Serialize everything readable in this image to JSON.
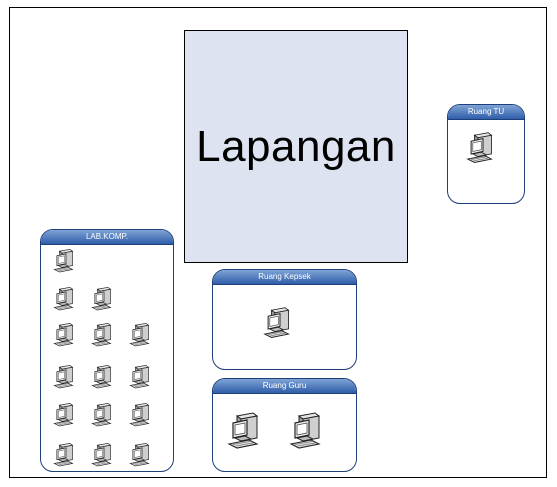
{
  "field": {
    "label": "Lapangan"
  },
  "rooms": {
    "tu": {
      "label": "Ruang TU"
    },
    "lab": {
      "label": "LAB.KOMP."
    },
    "kepsek": {
      "label": "Ruang Kepsek"
    },
    "guru": {
      "label": "Ruang Guru"
    }
  },
  "icons": {
    "computer": "desktop-computer-icon"
  },
  "colors": {
    "field_fill": "#dde3f0",
    "room_header": "#2f5ea8",
    "room_border": "#1f3f7a"
  }
}
